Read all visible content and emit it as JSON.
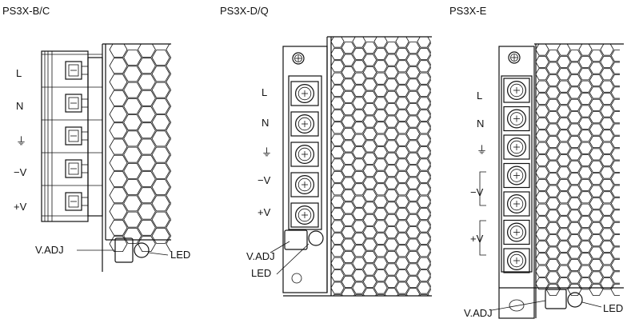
{
  "models": [
    {
      "name": "PS3X-B/C",
      "terminals": [
        "L",
        "N",
        "⏚",
        "−V",
        "+V"
      ],
      "labels": {
        "vadj": "V.ADJ",
        "led": "LED"
      }
    },
    {
      "name": "PS3X-D/Q",
      "terminals": [
        "L",
        "N",
        "⏚",
        "−V",
        "+V"
      ],
      "labels": {
        "vadj": "V.ADJ",
        "led": "LED"
      }
    },
    {
      "name": "PS3X-E",
      "terminals": [
        "L",
        "N",
        "⏚",
        "−V",
        "+V"
      ],
      "labels": {
        "vadj": "V.ADJ",
        "led": "LED"
      }
    }
  ],
  "colors": {
    "line": "#111111",
    "background": "#ffffff"
  }
}
